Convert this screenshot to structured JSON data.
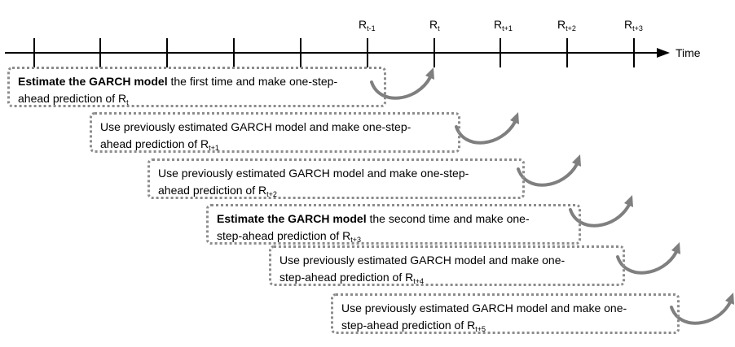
{
  "axis": {
    "label": "Time",
    "tick_labels": [
      {
        "base": "R",
        "sub": "t-1"
      },
      {
        "base": "R",
        "sub": "t"
      },
      {
        "base": "R",
        "sub": "t+1"
      },
      {
        "base": "R",
        "sub": "t+2"
      },
      {
        "base": "R",
        "sub": "t+3"
      }
    ]
  },
  "steps": [
    {
      "bold": "Estimate the GARCH model",
      "line1": " the first time and make one-step-",
      "line2": "ahead prediction of ",
      "r": "R",
      "sub": "t"
    },
    {
      "bold": "",
      "line1": "Use previously estimated GARCH model and make one-step-",
      "line2": "ahead prediction of ",
      "r": "R",
      "sub": "t+1"
    },
    {
      "bold": "",
      "line1": "Use previously estimated GARCH model and make one-step-",
      "line2": "ahead prediction of ",
      "r": "R",
      "sub": "t+2"
    },
    {
      "bold": "Estimate the GARCH model",
      "line1": " the second time and make one-",
      "line2": "step-ahead prediction of ",
      "r": "R",
      "sub": "t+3"
    },
    {
      "bold": "",
      "line1": "Use previously estimated GARCH model and make one-",
      "line2": "step-ahead prediction of ",
      "r": "R",
      "sub": "t+4"
    },
    {
      "bold": "",
      "line1": "Use previously estimated GARCH model and make one-",
      "line2": "step-ahead prediction of ",
      "r": "R",
      "sub": "t+5"
    }
  ],
  "colors": {
    "axis": "#000000",
    "box_border": "#8c8c8c",
    "arrow": "#7f7f7f"
  }
}
